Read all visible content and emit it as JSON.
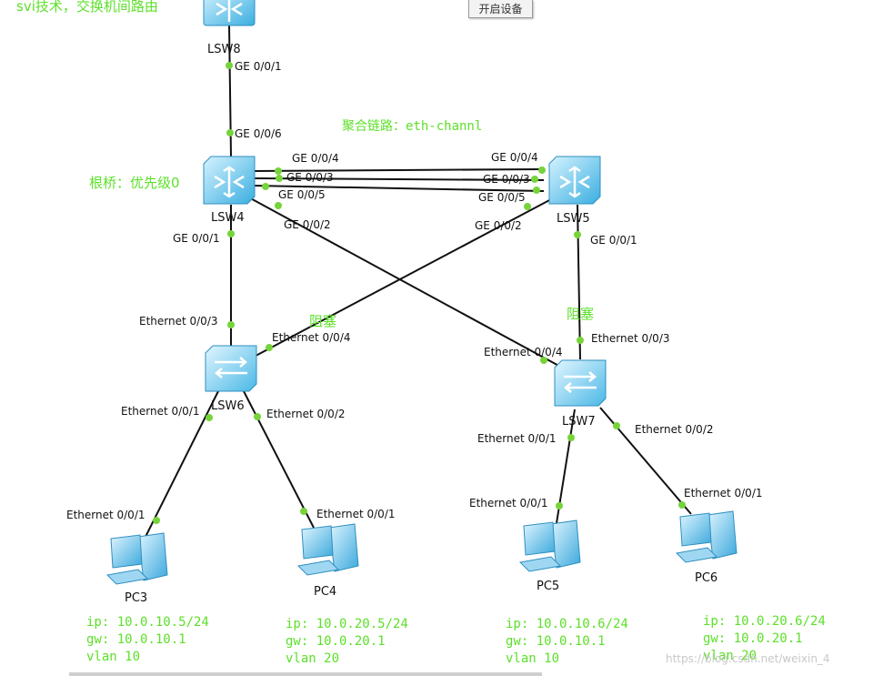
{
  "title": "svi技术，交换机间路由",
  "start_button": "开启设备",
  "notes": {
    "eth_channel": "聚合链路：eth-channl",
    "root_bridge": "根桥：优先级0",
    "blocked_1": "阻塞",
    "blocked_2": "阻塞"
  },
  "devices": {
    "lsw8": "LSW8",
    "lsw4": "LSW4",
    "lsw5": "LSW5",
    "lsw6": "LSW6",
    "lsw7": "LSW7",
    "pc3": "PC3",
    "pc4": "PC4",
    "pc5": "PC5",
    "pc6": "PC6"
  },
  "ports": {
    "lsw8_ge001": "GE 0/0/1",
    "lsw4_ge006": "GE 0/0/6",
    "lsw4_ge004": "GE 0/0/4",
    "lsw4_ge003": "GE 0/0/3",
    "lsw4_ge005": "GE 0/0/5",
    "lsw4_ge002": "GE 0/0/2",
    "lsw4_ge001": "GE 0/0/1",
    "lsw5_ge004": "GE 0/0/4",
    "lsw5_ge003": "GE 0/0/3",
    "lsw5_ge005": "GE 0/0/5",
    "lsw5_ge002": "GE 0/0/2",
    "lsw5_ge001": "GE 0/0/1",
    "lsw6_eth003": "Ethernet 0/0/3",
    "lsw6_eth004": "Ethernet 0/0/4",
    "lsw6_eth001": "Ethernet 0/0/1",
    "lsw6_eth002": "Ethernet 0/0/2",
    "lsw7_eth004": "Ethernet 0/0/4",
    "lsw7_eth003": "Ethernet 0/0/3",
    "lsw7_eth001": "Ethernet 0/0/1",
    "lsw7_eth002": "Ethernet 0/0/2",
    "pc3_eth001": "Ethernet 0/0/1",
    "pc4_eth001": "Ethernet 0/0/1",
    "pc5_eth001": "Ethernet 0/0/1",
    "pc6_eth001": "Ethernet 0/0/1"
  },
  "pc_info": {
    "pc3": {
      "ip": "ip: 10.0.10.5/24",
      "gw": "gw: 10.0.10.1",
      "vlan": "vlan 10"
    },
    "pc4": {
      "ip": "ip: 10.0.20.5/24",
      "gw": "gw: 10.0.20.1",
      "vlan": "vlan 20"
    },
    "pc5": {
      "ip": "ip: 10.0.10.6/24",
      "gw": "gw: 10.0.10.1",
      "vlan": "vlan 10"
    },
    "pc6": {
      "ip": "ip: 10.0.20.6/24",
      "gw": "gw: 10.0.20.1",
      "vlan": "vlan 20"
    }
  },
  "watermark": "https://blog.csdn.net/weixin_4",
  "colors": {
    "link": "#111111",
    "port_dot": "#76d43a",
    "annotation": "#5de02a",
    "device_light": "#bfe9fb",
    "device_dark": "#3fb3e3"
  }
}
